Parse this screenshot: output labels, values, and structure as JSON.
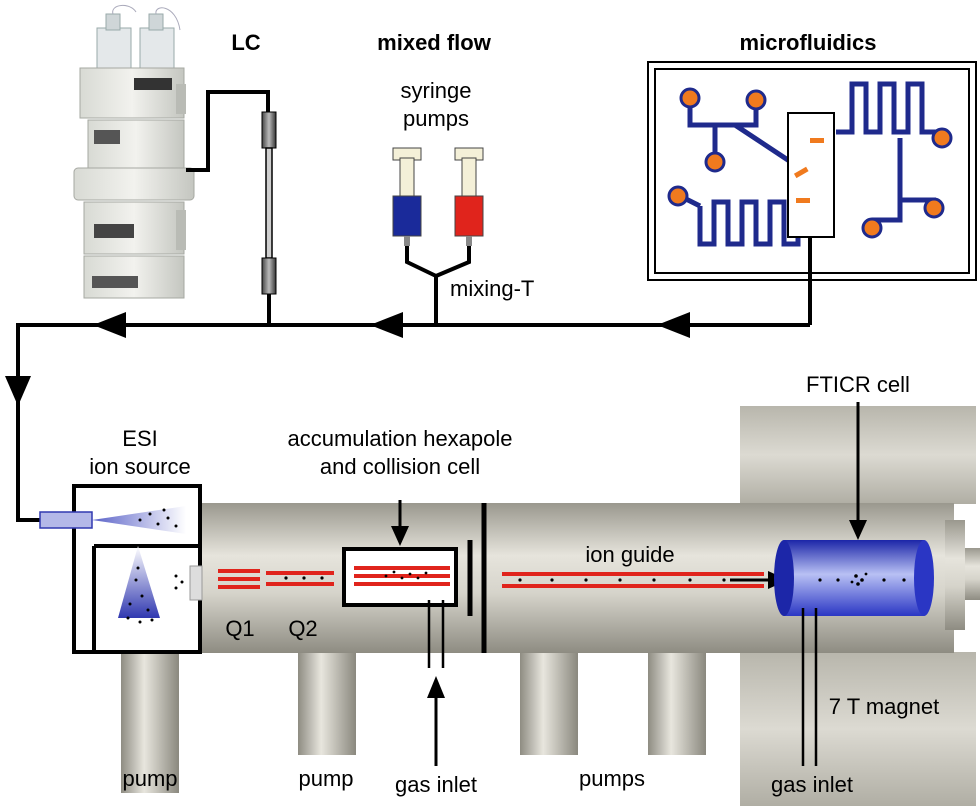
{
  "labels": {
    "lc": "LC",
    "mixed_flow": "mixed flow",
    "syringe_line1": "syringe",
    "syringe_line2": "pumps",
    "mixing_t": "mixing-T",
    "microfluidics": "microfluidics",
    "esi_line1": "ESI",
    "esi_line2": "ion source",
    "accum_line1": "accumulation hexapole",
    "accum_line2": "and collision cell",
    "fticr": "FTICR cell",
    "ion_guide": "ion guide",
    "q1": "Q1",
    "q2": "Q2",
    "magnet": "7 T magnet",
    "pump": "pump",
    "pump2": "pump",
    "gas_inlet_1": "gas inlet",
    "pumps": "pumps",
    "gas_inlet_2": "gas inlet"
  },
  "colors": {
    "line": "#000000",
    "ion_optics_red": "#e0241c",
    "syringe_blue": "#1a2a9a",
    "syringe_red": "#e0241c",
    "chip_blue": "#1f2a8c",
    "chip_orange": "#f07a1e",
    "fticr_blue": "#3a4adf",
    "housing_gray": "#c8c6bc"
  }
}
